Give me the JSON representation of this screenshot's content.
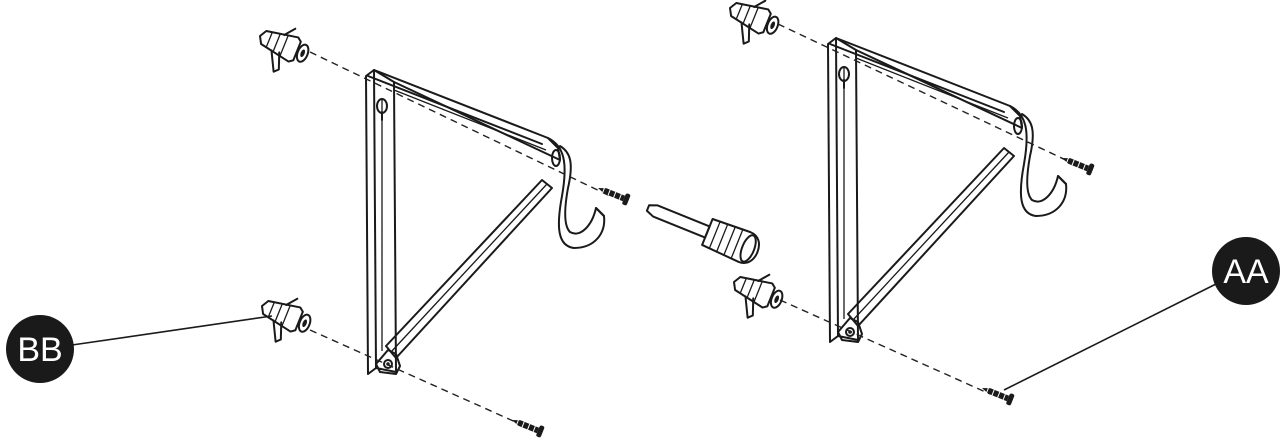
{
  "diagram": {
    "callouts": [
      {
        "id": "aa",
        "label": "AA"
      },
      {
        "id": "bb",
        "label": "BB"
      }
    ],
    "colors": {
      "ink": "#1a1a1a",
      "callout_fill": "#1a1a1a",
      "callout_text": "#ffffff",
      "background": "#ffffff"
    },
    "parts": [
      "bracket-left",
      "bracket-right",
      "wall-anchor",
      "screw",
      "screwdriver"
    ]
  }
}
